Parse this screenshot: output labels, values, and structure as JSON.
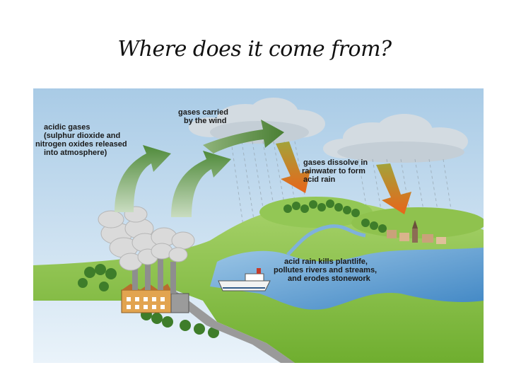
{
  "slide": {
    "title": "Where does it come from?"
  },
  "diagram": {
    "labels": {
      "acidic_gases": [
        "acidic gases",
        "(sulphur dioxide and",
        "nitrogen oxides released",
        "into atmosphere)"
      ],
      "gases_carried": [
        "gases carried",
        "by the wind"
      ],
      "gases_dissolve": [
        "gases dissolve in",
        "rainwater to form",
        "acid rain"
      ],
      "acid_rain_kills": [
        "acid rain kills plantlife,",
        "pollutes rivers and streams,",
        "and erodes stonework"
      ]
    },
    "colors": {
      "sky": "#c7dff0",
      "land": "#8cc63f",
      "water": "#6fa8d6",
      "green_arrow": "#6e9a4c",
      "orange_arrow": "#e0651b",
      "smoke": "#d8d8d8",
      "cloud": "#d5dde3"
    }
  }
}
